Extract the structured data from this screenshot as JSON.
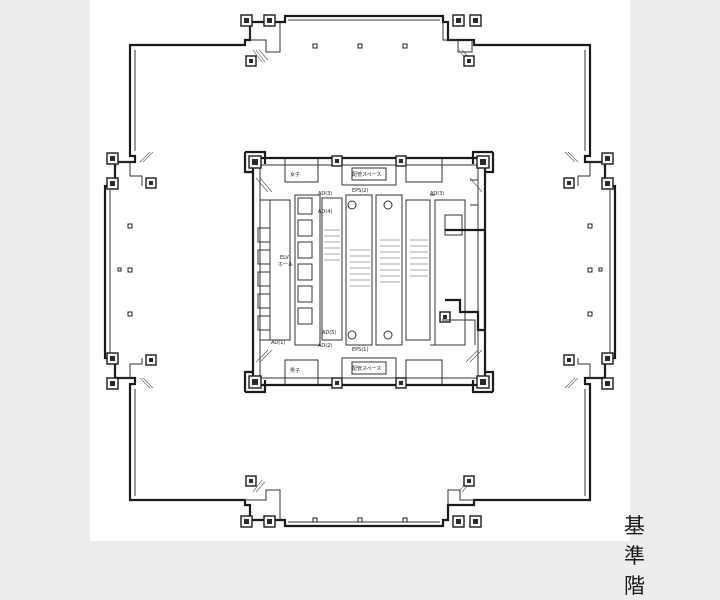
{
  "floor_label": "基準階",
  "core_labels": {
    "elv_hall": "ELV",
    "elv_hall_sub": "ホール",
    "ad_1_left": "AD(1)",
    "ad_2_left": "AD(2)",
    "ad_3_left": "AD(3)",
    "ad_4": "AD(4)",
    "ad_3_right": "AD(3)",
    "ad_5": "AD(5)",
    "ps_top": "EPS(2)",
    "ps_bottom": "EPS(1)",
    "pipe_top": "配管スペース",
    "pipe_bottom": "配管スペース",
    "toilet_w": "女子",
    "toilet_m": "男子"
  }
}
